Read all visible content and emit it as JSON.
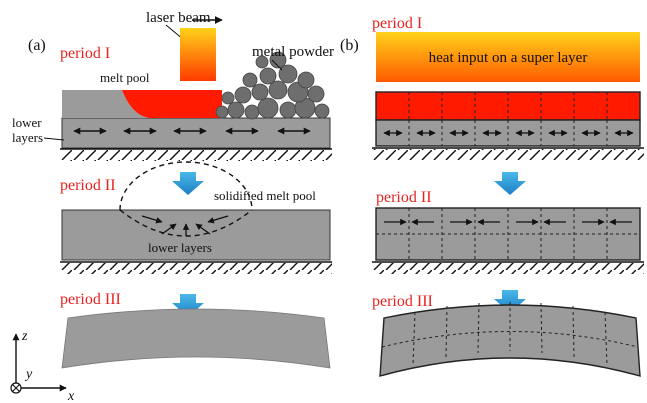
{
  "panels": {
    "a": {
      "label": "(a)",
      "annotations": {
        "laser_beam": "laser beam",
        "metal_powder": "metal powder",
        "melt_pool": "melt pool",
        "lower_layers_left": "lower\nlayers",
        "solidified_melt_pool": "solidified melt pool",
        "lower_layers_mid": "lower layers"
      }
    },
    "b": {
      "label": "(b)",
      "annotations": {
        "heat_input": "heat input on a super layer"
      }
    }
  },
  "periods": [
    "period I",
    "period II",
    "period III"
  ],
  "axes": {
    "z": "z",
    "y": "y",
    "x": "x"
  },
  "colors": {
    "period_label": "#e8231f",
    "substrate": "#9b9b9b",
    "melt": "#ff1a00",
    "heat_top": "#ffd21a",
    "heat_bottom": "#ff5a00",
    "flow_arrow": "#2a9fd8"
  }
}
